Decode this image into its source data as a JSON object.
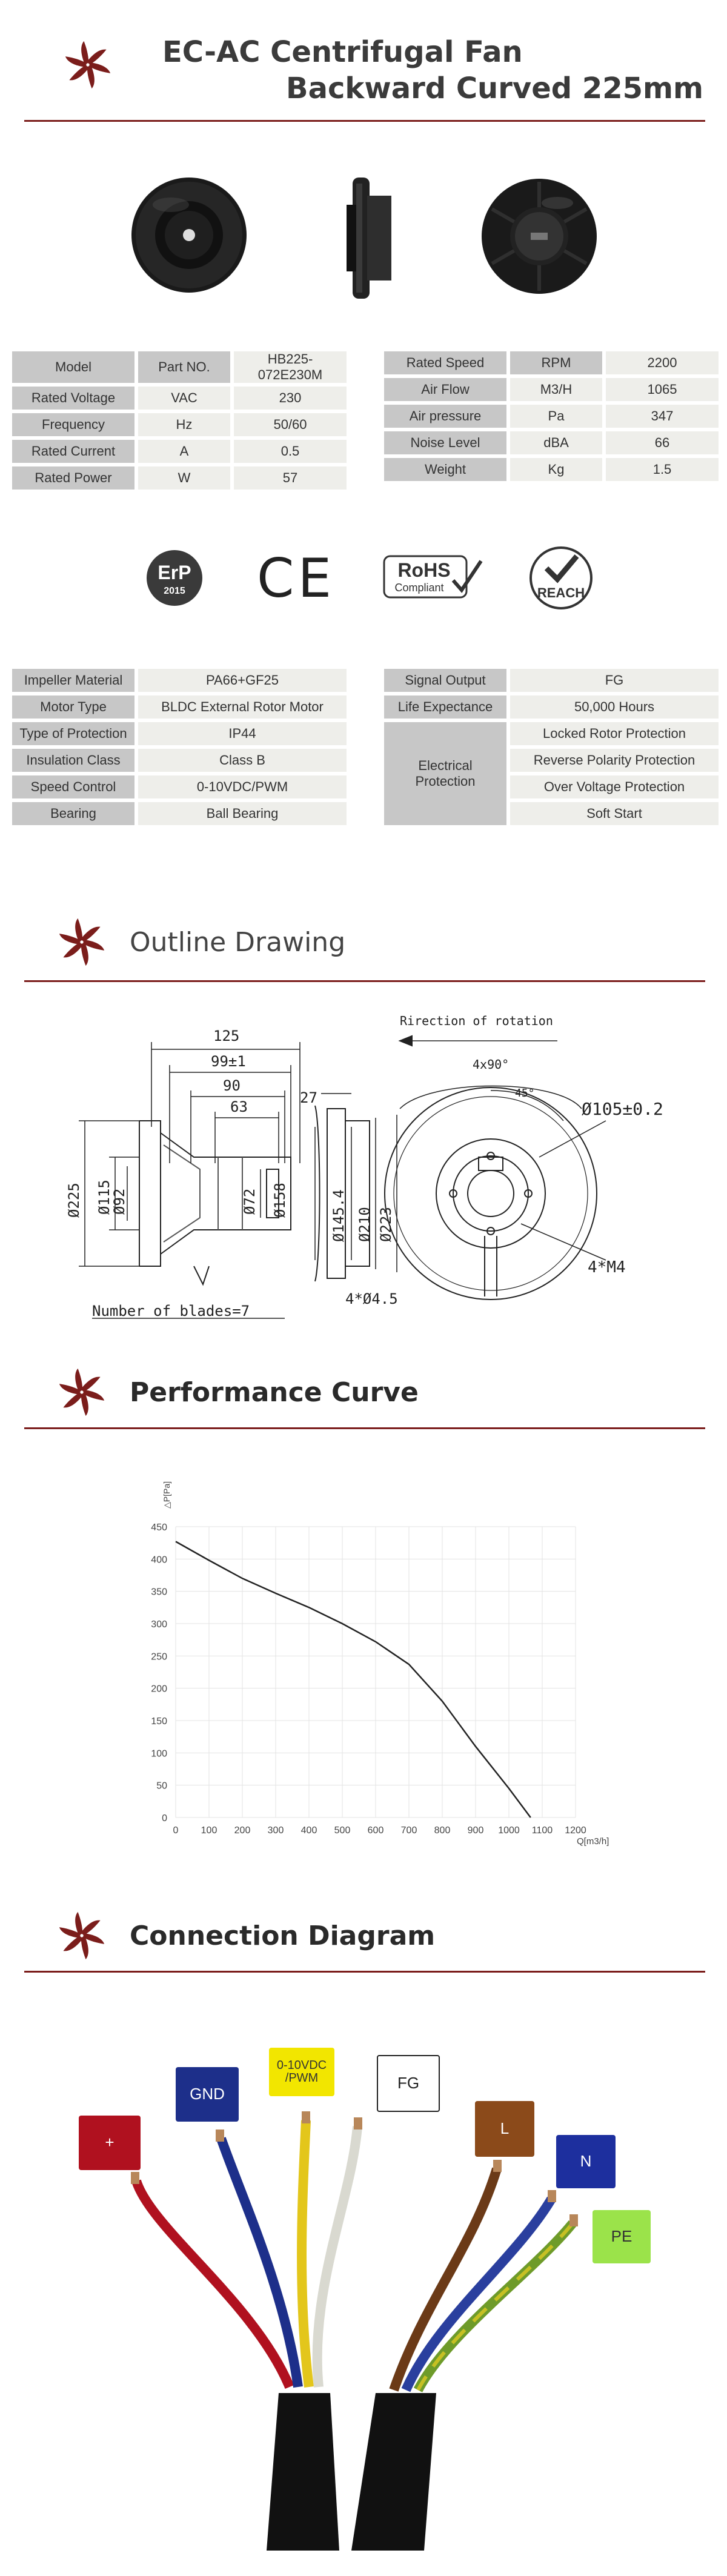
{
  "header": {
    "title_line1": "EC-AC Centrifugal Fan",
    "title_line2": "Backward Curved 225mm"
  },
  "spec_table_left": [
    [
      "Model",
      "Part NO.",
      "HB225-072E230M"
    ],
    [
      "Rated Voltage",
      "VAC",
      "230"
    ],
    [
      "Frequency",
      "Hz",
      "50/60"
    ],
    [
      "Rated Current",
      "A",
      "0.5"
    ],
    [
      "Rated Power",
      "W",
      "57"
    ]
  ],
  "spec_table_right": [
    [
      "Rated Speed",
      "RPM",
      "2200"
    ],
    [
      "Air Flow",
      "M3/H",
      "1065"
    ],
    [
      "Air pressure",
      "Pa",
      "347"
    ],
    [
      "Noise Level",
      "dBA",
      "66"
    ],
    [
      "Weight",
      "Kg",
      "1.5"
    ]
  ],
  "certs": {
    "erp": "ErP",
    "erp_year": "2015",
    "ce": "CE",
    "rohs": "RoHS",
    "rohs_sub": "Compliant",
    "reach": "REACH"
  },
  "feature_table_left": [
    [
      "Impeller Material",
      "PA66+GF25"
    ],
    [
      "Motor Type",
      "BLDC External Rotor Motor"
    ],
    [
      "Type of Protection",
      "IP44"
    ],
    [
      "Insulation Class",
      "Class B"
    ],
    [
      "Speed Control",
      "0-10VDC/PWM"
    ],
    [
      "Bearing",
      "Ball Bearing"
    ]
  ],
  "feature_table_right": {
    "signal_output_label": "Signal Output",
    "signal_output_value": "FG",
    "life_label": "Life Expectance",
    "life_value": "50,000 Hours",
    "electrical_label_1": "Electrical",
    "electrical_label_2": "Protection",
    "protections": [
      "Locked Rotor Protection",
      "Reverse Polarity Protection",
      "Over Voltage Protection",
      "Soft Start"
    ]
  },
  "sections": {
    "outline": "Outline Drawing",
    "performance": "Performance Curve",
    "connection": "Connection Diagram"
  },
  "drawing": {
    "dims_top": [
      "125",
      "99±1",
      "90",
      "63"
    ],
    "dims_left": [
      "Ø225",
      "Ø115",
      "Ø92"
    ],
    "dims_mid": [
      "Ø72",
      "Ø158"
    ],
    "dim_27": "27",
    "dims_side": [
      "Ø145.4",
      "Ø210",
      "Ø223"
    ],
    "blades": "Number of blades=7",
    "holes": "4*Ø4.5",
    "rotation": "Rirection of rotation",
    "angle1": "4x90°",
    "angle2": "45°",
    "dia_hub": "Ø105±0.2",
    "screw": "4*M4"
  },
  "chart_data": {
    "type": "line",
    "ylabel": "△P[Pa]",
    "xlabel": "Q[m3/h]",
    "xlim": [
      0,
      1200
    ],
    "ylim": [
      0,
      450
    ],
    "xticks": [
      0,
      100,
      200,
      300,
      400,
      500,
      600,
      700,
      800,
      900,
      1000,
      1100,
      1200
    ],
    "yticks": [
      0,
      50,
      100,
      150,
      200,
      250,
      300,
      350,
      400,
      450
    ],
    "grid": true,
    "x": [
      0,
      100,
      200,
      300,
      400,
      500,
      600,
      700,
      800,
      900,
      1000,
      1065
    ],
    "y": [
      427,
      398,
      370,
      347,
      325,
      300,
      272,
      237,
      180,
      110,
      45,
      0
    ]
  },
  "connection": {
    "wires": [
      {
        "label": "+",
        "color": "#b0111f"
      },
      {
        "label": "GND",
        "color": "#1d2f8a"
      },
      {
        "label": "0-10VDC\n/PWM",
        "color": "#f2e600"
      },
      {
        "label": "FG",
        "color": "#ffffff"
      },
      {
        "label": "L",
        "color": "#8b4a1a"
      },
      {
        "label": "N",
        "color": "#1d2f9e"
      },
      {
        "label": "PE",
        "color": "#9be34a"
      }
    ]
  }
}
